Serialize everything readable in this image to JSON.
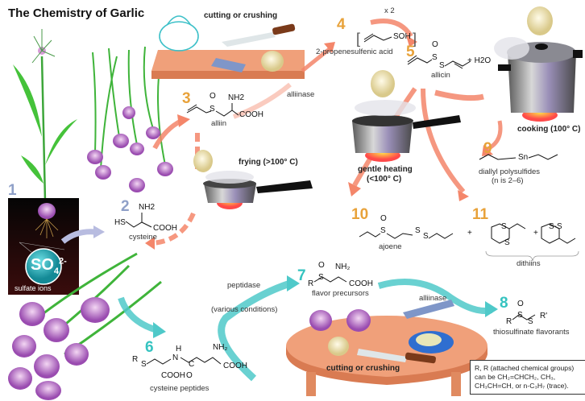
{
  "title": "The Chemistry of Garlic",
  "colors": {
    "orange_number": "#e8a23a",
    "blue_number": "#8fa0c8",
    "teal_number": "#35c3c0",
    "salmon_arrow": "#f4866a",
    "teal_arrow": "#4fc9c9",
    "lavender_arrow": "#b8bce0",
    "sulfate_bg": "#1a0a0a",
    "sulfate_ball": "#2fb8c0"
  },
  "steps": {
    "s1": {
      "number": "1",
      "label": "sulfate ions",
      "ion": "SO",
      "ion_sub": "4",
      "ion_sup": "2-"
    },
    "s2": {
      "number": "2",
      "compound": "cysteine",
      "groups": {
        "left": "HS",
        "top": "NH2",
        "right": "COOH"
      }
    },
    "s3": {
      "number": "3",
      "compound": "alliin",
      "groups": {
        "top_left": "O",
        "s": "S",
        "top": "NH2",
        "right": "COOH"
      }
    },
    "s4": {
      "number": "4",
      "compound": "2-propenesulfenic acid",
      "group": "SOH",
      "multiplier": "x 2"
    },
    "s5": {
      "number": "5",
      "compound": "allicin",
      "extra": "+ H2O"
    },
    "s6": {
      "number": "6",
      "compound": "cysteine peptides"
    },
    "s7": {
      "number": "7",
      "compound": "flavor precursors"
    },
    "s8": {
      "number": "8",
      "compound": "thiosulfinate flavorants"
    },
    "s9": {
      "number": "9",
      "compound": "diallyl polysulfides",
      "note": "(n is 2–6)",
      "s_label": "Sn"
    },
    "s10": {
      "number": "10",
      "compound": "ajoene"
    },
    "s11": {
      "number": "11",
      "compound": "dithiins"
    }
  },
  "processes": {
    "cutting_top": "cutting  or crushing",
    "cutting_bottom": "cutting  or crushing",
    "alliinase_top": "alliinase",
    "alliinase_bottom": "alliinase",
    "frying": "frying (>100° C)",
    "gentle_heating_1": "gentle heating",
    "gentle_heating_2": "(<100° C)",
    "cooking": "cooking (100° C)",
    "peptidase": "peptidase",
    "various": "(various conditions)"
  },
  "plus_sign": "+",
  "footnote": {
    "line1": "R, R (attached chemical groups)",
    "line2": "can be CH₂=CHCH₂, CH₃,",
    "line3": "CH₃CH=CH, or n-C₃H₇ (trace)."
  }
}
